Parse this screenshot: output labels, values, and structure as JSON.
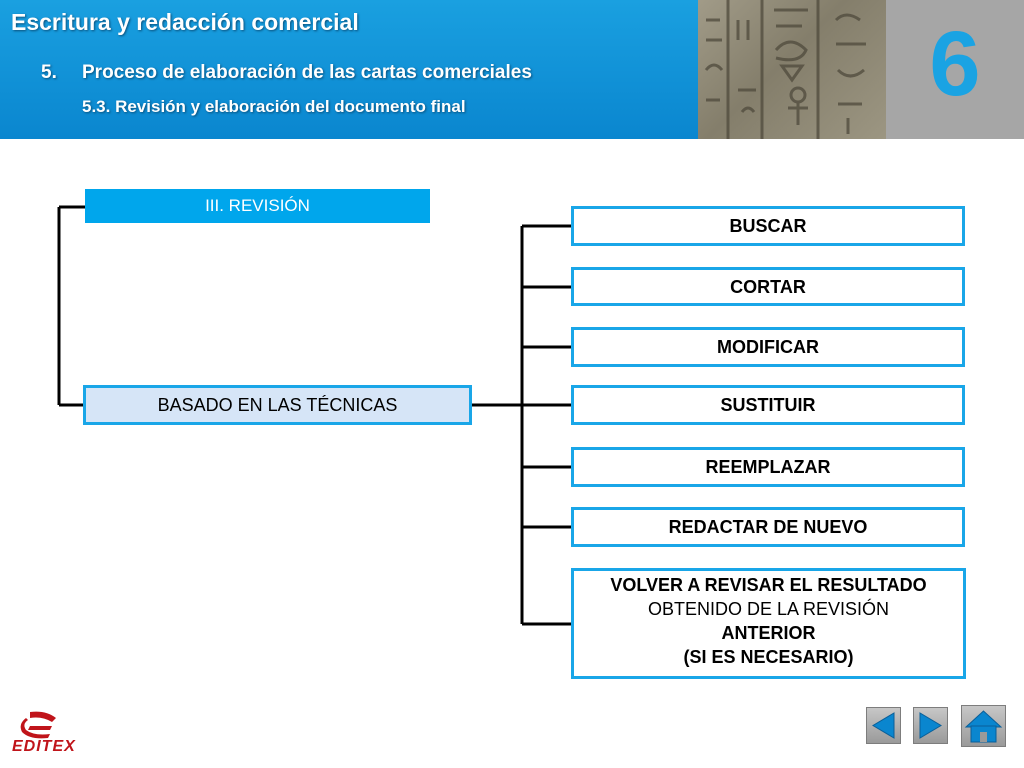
{
  "header": {
    "title": "Escritura y redacción comercial",
    "section_number": "5.",
    "section_title": "Proceso de elaboración de las cartas comerciales",
    "subsection": "5.3. Revisión y elaboración del documento final",
    "chapter_number": "6",
    "image_icon": "hieroglyph-stone-image"
  },
  "diagram": {
    "heading": "III. REVISIÓN",
    "base": "BASADO EN LAS TÉCNICAS",
    "techniques": [
      "BUSCAR",
      "CORTAR",
      "MODIFICAR",
      "SUSTITUIR",
      "REEMPLAZAR",
      "REDACTAR DE NUEVO"
    ],
    "last": {
      "line1": "VOLVER A REVISAR EL RESULTADO",
      "line2": "OBTENIDO DE LA REVISIÓN",
      "line3": "ANTERIOR",
      "line4": "(SI ES NECESARIO)"
    }
  },
  "footer": {
    "logo_text": "EDITEX",
    "nav_icons": [
      "triangle-left-icon",
      "triangle-right-icon",
      "house-icon"
    ]
  },
  "colors": {
    "header_blue": "#0a86cf",
    "accent_blue": "#19a6e8",
    "logo_red": "#c0141a",
    "chapter_gray": "#a6a6a6"
  }
}
